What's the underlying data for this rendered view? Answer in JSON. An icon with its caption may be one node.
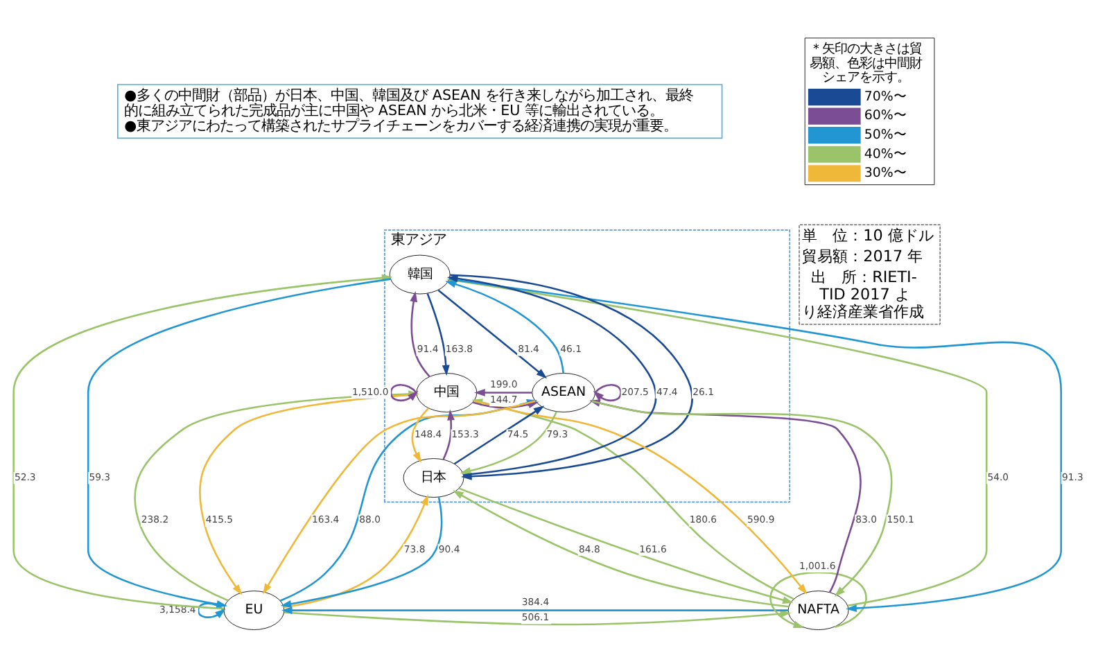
{
  "diagram": {
    "nodes": [
      {
        "text": [
          "●多くの中間財（部品）が日本、中国、韓国及び ASEAN を行き来しながら加工され、最終的に組み立てられた完成品が主に中国や ASEAN から北米・EU 等に輸出されている。",
          "●東アジアにわたって構築されたサプライチェーンをカバーする経済連携の実現が重要。"
        ]
      },
      {
        "text": [
          "東アジア"
        ]
      },
      {
        "text": [
          "韓国"
        ],
        "in": 1
      },
      {
        "text": [
          "中国"
        ],
        "in": 1
      },
      {
        "text": [
          "ASEAN"
        ],
        "in": 1
      },
      {
        "text": [
          "日本"
        ],
        "in": 1
      },
      {
        "text": [
          "EU"
        ]
      },
      {
        "text": [
          "NAFTA"
        ]
      }
    ],
    "edges": [
      {
        "from": 3,
        "to": 3,
        "arrow": "to",
        "label": "1,510.0",
        "color": "#7b4d94"
      },
      {
        "from": 3,
        "to": 2,
        "arrow": "to",
        "label": "91.4",
        "color": "#7b4d94"
      },
      {
        "from": 2,
        "to": 3,
        "arrow": "to",
        "label": "163.8",
        "color": "#1a4a94"
      },
      {
        "from": 6,
        "to": 2,
        "arrow": "to",
        "label": "52.3",
        "color": "#9bc46a"
      },
      {
        "from": 5,
        "to": 2,
        "arrow": "to",
        "label": "47.4",
        "color": "#1a4a94"
      },
      {
        "from": 7,
        "to": 2,
        "arrow": "to",
        "label": "54.0",
        "color": "#9bc46a"
      },
      {
        "from": 4,
        "to": 2,
        "arrow": "to",
        "label": "46.1",
        "color": "#2196d3"
      },
      {
        "from": 2,
        "to": 4,
        "arrow": "to",
        "label": "81.4",
        "color": "#1a4a94"
      },
      {
        "from": 4,
        "to": 3,
        "arrow": "to",
        "label": "199.0",
        "color": "#7b4d94"
      },
      {
        "from": 2,
        "to": 5,
        "arrow": "to",
        "label": "26.1",
        "color": "#1a4a94"
      },
      {
        "from": 3,
        "to": 4,
        "arrow": "to",
        "label": "144.7",
        "color": "#7b4d94"
      },
      {
        "from": 4,
        "to": 4,
        "arrow": "to",
        "label": "207.5",
        "color": "#7b4d94"
      },
      {
        "from": 5,
        "to": 3,
        "arrow": "to",
        "label": "153.3",
        "color": "#7b4d94"
      },
      {
        "from": 3,
        "to": 5,
        "arrow": "to",
        "label": "148.4",
        "color": "#f0b838"
      },
      {
        "from": 5,
        "to": 4,
        "arrow": "to",
        "label": "74.5",
        "color": "#1a4a94"
      },
      {
        "from": 4,
        "to": 5,
        "arrow": "to",
        "label": "79.3",
        "color": "#9bc46a"
      },
      {
        "from": 6,
        "to": 4,
        "arrow": "to",
        "label": "88.0",
        "color": "#2196d3"
      },
      {
        "from": 6,
        "to": 3,
        "arrow": "to",
        "label": "238.2",
        "color": "#9bc46a"
      },
      {
        "from": 7,
        "to": 3,
        "arrow": "to",
        "label": "180.6",
        "color": "#9bc46a"
      },
      {
        "from": 6,
        "to": 5,
        "arrow": "to",
        "label": "73.8",
        "color": "#f0b838"
      },
      {
        "from": 7,
        "to": 5,
        "arrow": "to",
        "label": "84.8",
        "color": "#9bc46a"
      },
      {
        "from": 7,
        "to": 4,
        "arrow": "to",
        "label": "83.0",
        "color": "#7b4d94"
      },
      {
        "from": 3,
        "to": 6,
        "arrow": "to",
        "label": "415.5",
        "color": "#f0b838"
      },
      {
        "from": 2,
        "to": 6,
        "arrow": "to",
        "label": "59.3",
        "color": "#2196d3"
      },
      {
        "from": 5,
        "to": 6,
        "arrow": "to",
        "label": "90.4",
        "color": "#2196d3"
      },
      {
        "from": 4,
        "to": 6,
        "arrow": "to",
        "label": "163.4",
        "color": "#f0b838"
      },
      {
        "from": 5,
        "to": 7,
        "arrow": "to",
        "label": "161.6",
        "color": "#9bc46a"
      },
      {
        "from": 2,
        "to": 7,
        "arrow": "to",
        "label": "91.3",
        "color": "#2196d3"
      },
      {
        "from": 4,
        "to": 7,
        "arrow": "to",
        "label": "150.1",
        "color": "#9bc46a"
      },
      {
        "from": 3,
        "to": 7,
        "arrow": "to",
        "label": "590.9",
        "color": "#f0b838"
      },
      {
        "from": 6,
        "to": 6,
        "arrow": "to",
        "label": "3,158.4",
        "color": "#2196d3"
      },
      {
        "from": 7,
        "to": 6,
        "arrow": "to",
        "label": "384.4",
        "color": "#2196d3"
      },
      {
        "from": 6,
        "to": 7,
        "arrow": "to",
        "label": "506.1",
        "color": "#9bc46a"
      },
      {
        "from": 7,
        "to": 7,
        "arrow": "to",
        "label": "1,001.6",
        "color": "#9bc46a"
      }
    ],
    "labels": [
      "＊矢印の大きさは貿易額、色彩は中間財シェアを示す。",
      "単　位：10 億ドル",
      "貿易額：2017 年",
      "出　所：RIETI-TID 2017 より経済産業省作成"
    ],
    "legend": [
      {
        "text": "70%〜",
        "color": "#1a4a94"
      },
      {
        "text": "60%〜",
        "color": "#7b4d94"
      },
      {
        "text": "50%〜",
        "color": "#2196d3"
      },
      {
        "text": "40%〜",
        "color": "#9bc46a"
      },
      {
        "text": "30%〜",
        "color": "#f0b838"
      }
    ]
  }
}
